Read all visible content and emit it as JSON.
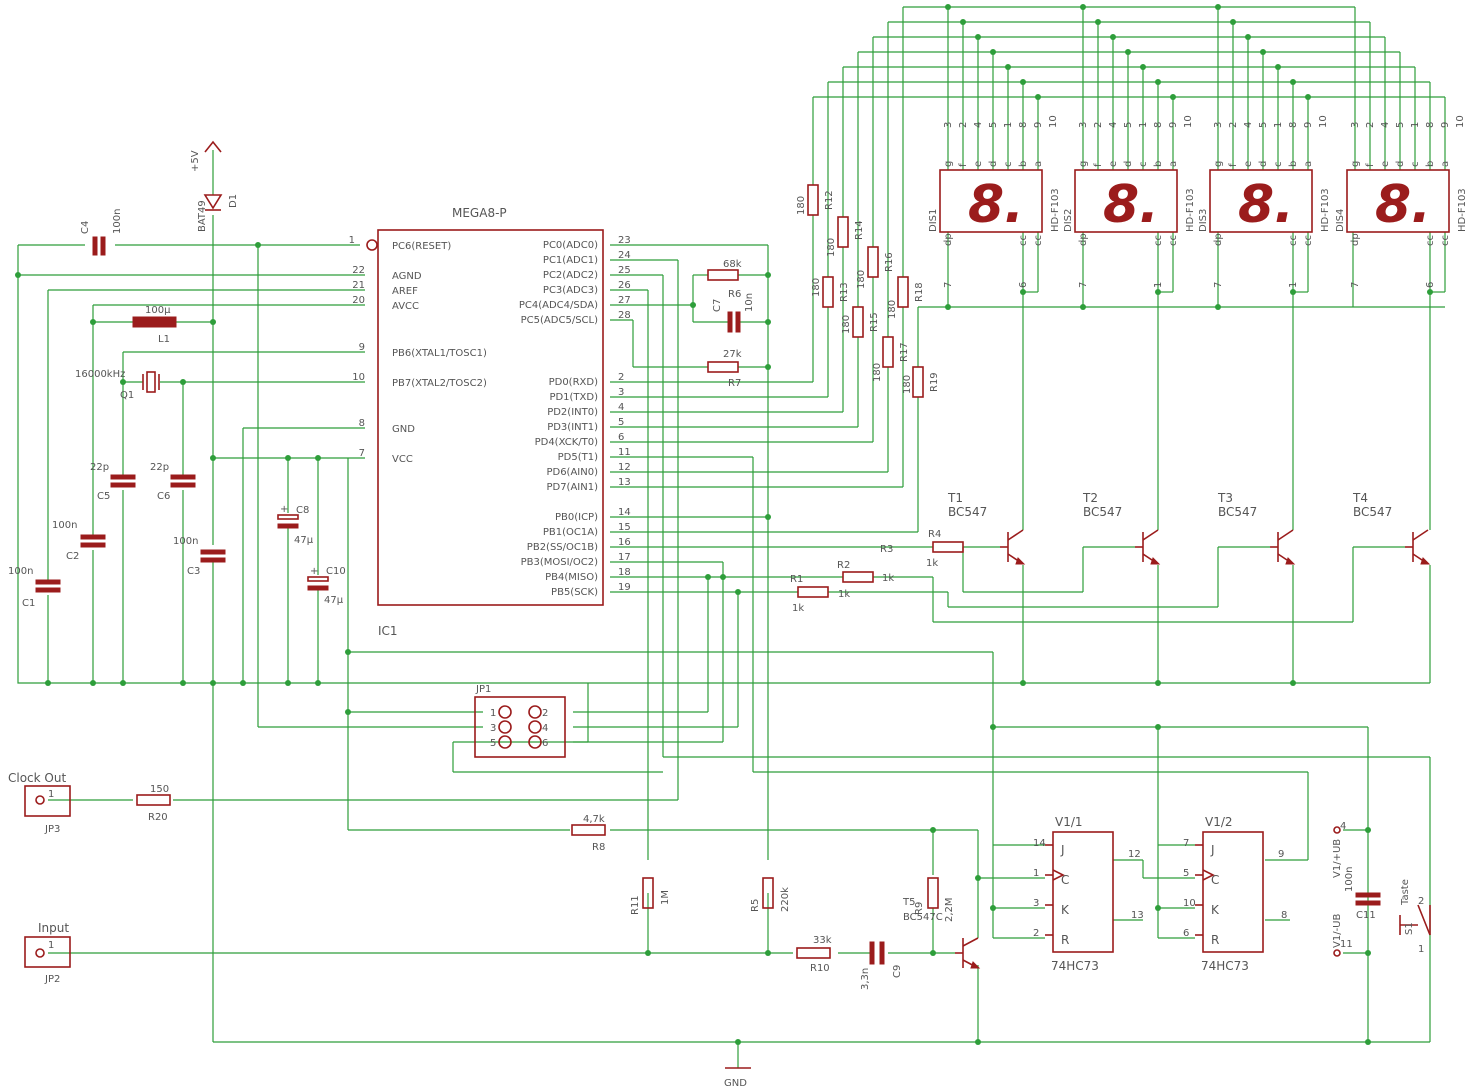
{
  "colors": {
    "wire": "#2e9e3a",
    "part": "#9b1c1c",
    "text": "#555555",
    "background": "#ffffff"
  },
  "ic1": {
    "name": "IC1",
    "value": "MEGA8-P",
    "left_pins": [
      {
        "num": "1",
        "name": "PC6(RESET)"
      },
      {
        "num": "22",
        "name": "AGND"
      },
      {
        "num": "21",
        "name": "AREF"
      },
      {
        "num": "20",
        "name": "AVCC"
      },
      {
        "num": "9",
        "name": "PB6(XTAL1/TOSC1)"
      },
      {
        "num": "10",
        "name": "PB7(XTAL2/TOSC2)"
      },
      {
        "num": "8",
        "name": "GND"
      },
      {
        "num": "7",
        "name": "VCC"
      }
    ],
    "right_pins": [
      {
        "num": "23",
        "name": "PC0(ADC0)"
      },
      {
        "num": "24",
        "name": "PC1(ADC1)"
      },
      {
        "num": "25",
        "name": "PC2(ADC2)"
      },
      {
        "num": "26",
        "name": "PC3(ADC3)"
      },
      {
        "num": "27",
        "name": "PC4(ADC4/SDA)"
      },
      {
        "num": "28",
        "name": "PC5(ADC5/SCL)"
      },
      {
        "num": "2",
        "name": "PD0(RXD)"
      },
      {
        "num": "3",
        "name": "PD1(TXD)"
      },
      {
        "num": "4",
        "name": "PD2(INT0)"
      },
      {
        "num": "5",
        "name": "PD3(INT1)"
      },
      {
        "num": "6",
        "name": "PD4(XCK/T0)"
      },
      {
        "num": "11",
        "name": "PD5(T1)"
      },
      {
        "num": "12",
        "name": "PD6(AIN0)"
      },
      {
        "num": "13",
        "name": "PD7(AIN1)"
      },
      {
        "num": "14",
        "name": "PB0(ICP)"
      },
      {
        "num": "15",
        "name": "PB1(OC1A)"
      },
      {
        "num": "16",
        "name": "PB2(SS/OC1B)"
      },
      {
        "num": "17",
        "name": "PB3(MOSI/OC2)"
      },
      {
        "num": "18",
        "name": "PB4(MISO)"
      },
      {
        "num": "19",
        "name": "PB5(SCK)"
      }
    ]
  },
  "power": {
    "vcc": "+5V",
    "gnd": "GND"
  },
  "diode": {
    "name": "D1",
    "value": "BAT49"
  },
  "capacitors": {
    "c1": {
      "name": "C1",
      "value": "100n"
    },
    "c2": {
      "name": "C2",
      "value": "100n"
    },
    "c3": {
      "name": "C3",
      "value": "100n"
    },
    "c4": {
      "name": "C4",
      "value": "100n"
    },
    "c5": {
      "name": "C5",
      "value": "22p"
    },
    "c6": {
      "name": "C6",
      "value": "22p"
    },
    "c7": {
      "name": "C7",
      "value": "10n"
    },
    "c8": {
      "name": "C8",
      "value": "47µ"
    },
    "c9": {
      "name": "C9",
      "value": "3,3n"
    },
    "c10": {
      "name": "C10",
      "value": "47µ"
    },
    "c11": {
      "name": "C11",
      "value": "100n"
    }
  },
  "inductor": {
    "name": "L1",
    "value": "100µ"
  },
  "crystal": {
    "name": "Q1",
    "value": "16000kHz"
  },
  "resistors": {
    "r1": {
      "name": "R1",
      "value": "1k"
    },
    "r2": {
      "name": "R2",
      "value": "1k"
    },
    "r3": {
      "name": "R3",
      "value": "1k"
    },
    "r4": {
      "name": "R4",
      "value": "1k"
    },
    "r5": {
      "name": "R5",
      "value": "220k"
    },
    "r6": {
      "name": "R6",
      "value": "68k"
    },
    "r7": {
      "name": "R7",
      "value": "27k"
    },
    "r8": {
      "name": "R8",
      "value": "4,7k"
    },
    "r9": {
      "name": "R9",
      "value": "2,2M"
    },
    "r10": {
      "name": "R10",
      "value": "33k"
    },
    "r11": {
      "name": "R11",
      "value": "1M"
    },
    "r12": {
      "name": "R12",
      "value": "180"
    },
    "r13": {
      "name": "R13",
      "value": "180"
    },
    "r14": {
      "name": "R14",
      "value": "180"
    },
    "r15": {
      "name": "R15",
      "value": "180"
    },
    "r16": {
      "name": "R16",
      "value": "180"
    },
    "r17": {
      "name": "R17",
      "value": "180"
    },
    "r18": {
      "name": "R18",
      "value": "180"
    },
    "r19": {
      "name": "R19",
      "value": "180"
    },
    "r20": {
      "name": "R20",
      "value": "150"
    }
  },
  "displays": [
    {
      "name": "DIS1",
      "value": "HD-F103",
      "glyph": "8."
    },
    {
      "name": "DIS2",
      "value": "HD-F103",
      "glyph": "8."
    },
    {
      "name": "DIS3",
      "value": "HD-F103",
      "glyph": "8."
    },
    {
      "name": "DIS4",
      "value": "HD-F103",
      "glyph": "8."
    }
  ],
  "display_pins": {
    "top_numbers": [
      "3",
      "2",
      "4",
      "5",
      "1",
      "8",
      "9",
      "10"
    ],
    "top_letters": [
      "g",
      "f",
      "e",
      "d",
      "c",
      "b",
      "a"
    ],
    "bottom_left": "dp",
    "bottom_right": [
      "cc",
      "cc"
    ],
    "bottom_nums": [
      "7",
      "6"
    ],
    "bottom_nums_b": [
      "7",
      "1"
    ]
  },
  "transistors": [
    {
      "name": "T1",
      "value": "BC547"
    },
    {
      "name": "T2",
      "value": "BC547"
    },
    {
      "name": "T3",
      "value": "BC547"
    },
    {
      "name": "T4",
      "value": "BC547"
    },
    {
      "name": "T5",
      "value": "BC547C"
    }
  ],
  "jp1": {
    "name": "JP1",
    "pins": [
      "1",
      "2",
      "3",
      "4",
      "5",
      "6"
    ]
  },
  "jp2": {
    "name": "JP2",
    "label": "Input",
    "pin": "1"
  },
  "jp3": {
    "name": "JP3",
    "label": "Clock Out",
    "pin": "1"
  },
  "flipflops": [
    {
      "name": "V1/1",
      "value": "74HC73",
      "pins": {
        "j": "J",
        "c": "C",
        "k": "K",
        "r": "R"
      },
      "nums": {
        "j": "14",
        "c": "1",
        "k": "3",
        "r": "2",
        "q": "12",
        "qn": "13"
      }
    },
    {
      "name": "V1/2",
      "value": "74HC73",
      "pins": {
        "j": "J",
        "c": "C",
        "k": "K",
        "r": "R"
      },
      "nums": {
        "j": "7",
        "c": "5",
        "k": "10",
        "r": "6",
        "q": "9",
        "qn": "8"
      }
    }
  ],
  "supply_v1": {
    "ub": "V1/+UB",
    "ub_pin": "4",
    "gnd": "V1/-UB",
    "gnd_pin": "11"
  },
  "switch": {
    "name": "S1",
    "value": "Taste",
    "pin1": "1",
    "pin2": "2"
  }
}
